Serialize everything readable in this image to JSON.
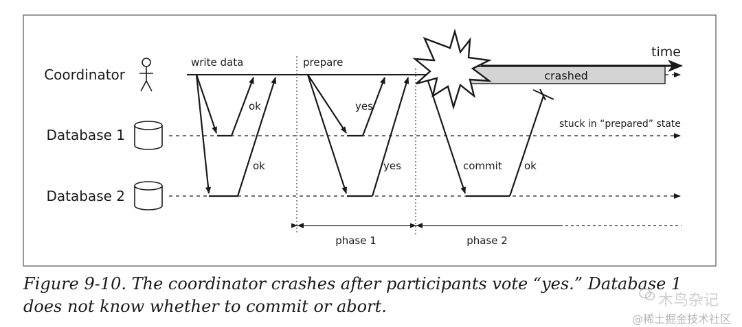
{
  "diagram": {
    "participants": {
      "coordinator": "Coordinator",
      "db1": "Database 1",
      "db2": "Database 2"
    },
    "time_label": "time",
    "phase_labels": {
      "write_data": "write data",
      "prepare": "prepare",
      "commit_partial": "co"
    },
    "message_labels": {
      "ok_db1": "ok",
      "ok_db2": "ok",
      "yes_db1": "yes",
      "yes_db2": "yes",
      "commit": "commit",
      "ok_commit": "ok"
    },
    "crashed_label": "crashed",
    "stuck_label": "stuck in “prepared” state",
    "phase1_label": "phase 1",
    "phase2_label": "phase 2"
  },
  "caption": "Figure 9-10. The coordinator crashes after participants vote “yes.” Database 1 does not know whether to commit or abort.",
  "watermark": {
    "top": "木鸟杂记",
    "bottom": "@稀土掘金技术社区"
  },
  "colors": {
    "line": "#1a1a1a",
    "crashed_fill": "#d4d4d4",
    "frame": "#555555"
  }
}
